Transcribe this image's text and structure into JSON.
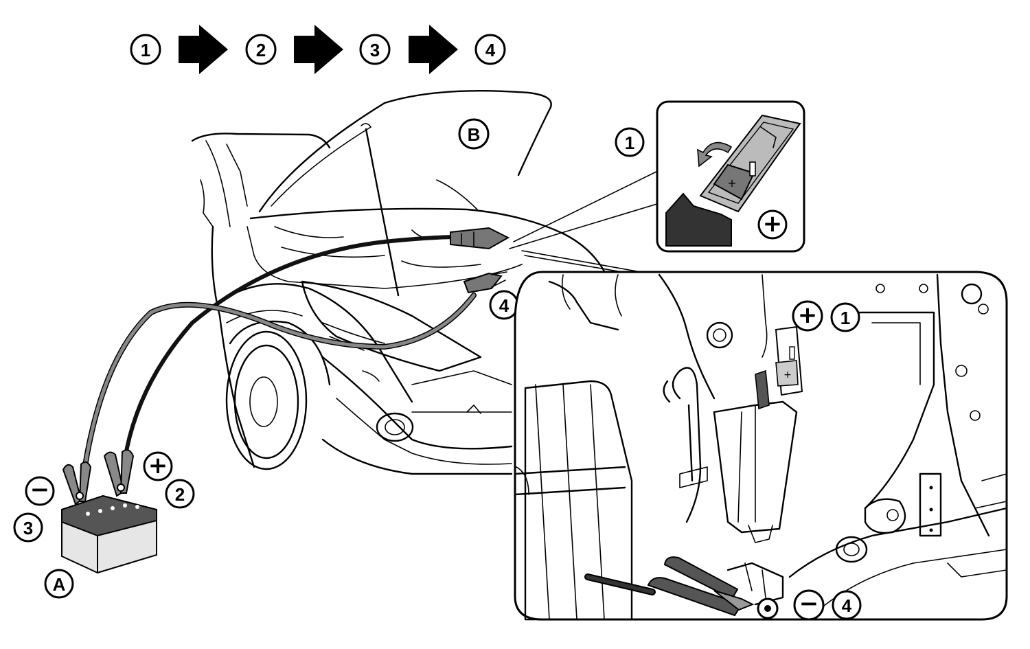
{
  "sequence": {
    "steps": [
      "1",
      "2",
      "3",
      "4"
    ],
    "arrow_icon": "right-arrow-icon"
  },
  "labels": {
    "booster_battery": "A",
    "vehicle": "B",
    "positive_sign": "+",
    "negative_sign": "−",
    "step_1": "1",
    "step_2": "2",
    "step_3": "3",
    "step_4": "4"
  },
  "colors": {
    "line": "#000000",
    "background": "#ffffff",
    "battery_top": "#555555",
    "battery_body": "#e6e6e6",
    "clamp_grey": "#777777",
    "cable_dark": "#111111"
  }
}
